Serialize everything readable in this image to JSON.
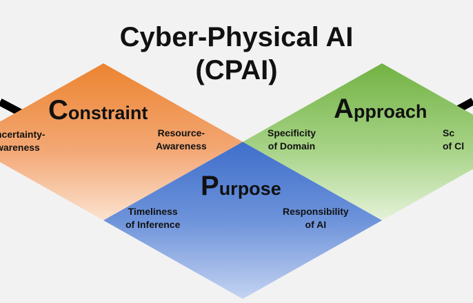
{
  "title": {
    "line1": "Cyber-Physical AI",
    "line2": "(CPAI)"
  },
  "colors": {
    "background": "#f2f2f2",
    "constraint": "#ed8a3a",
    "approach": "#7ab848",
    "purpose": "#4a7bd1"
  },
  "constraint": {
    "initial": "C",
    "rest": "onstraint",
    "left_label": "ncertainty-\nwareness",
    "right_label": "Resource-\nAwareness"
  },
  "approach": {
    "initial": "A",
    "rest": "pproach",
    "left_label": "Specificity\nof Domain",
    "right_label": "Sc\nof Cl"
  },
  "purpose": {
    "initial": "P",
    "rest": "urpose",
    "left_label": "Timeliness\nof Inference",
    "right_label": "Responsibility\nof AI"
  }
}
